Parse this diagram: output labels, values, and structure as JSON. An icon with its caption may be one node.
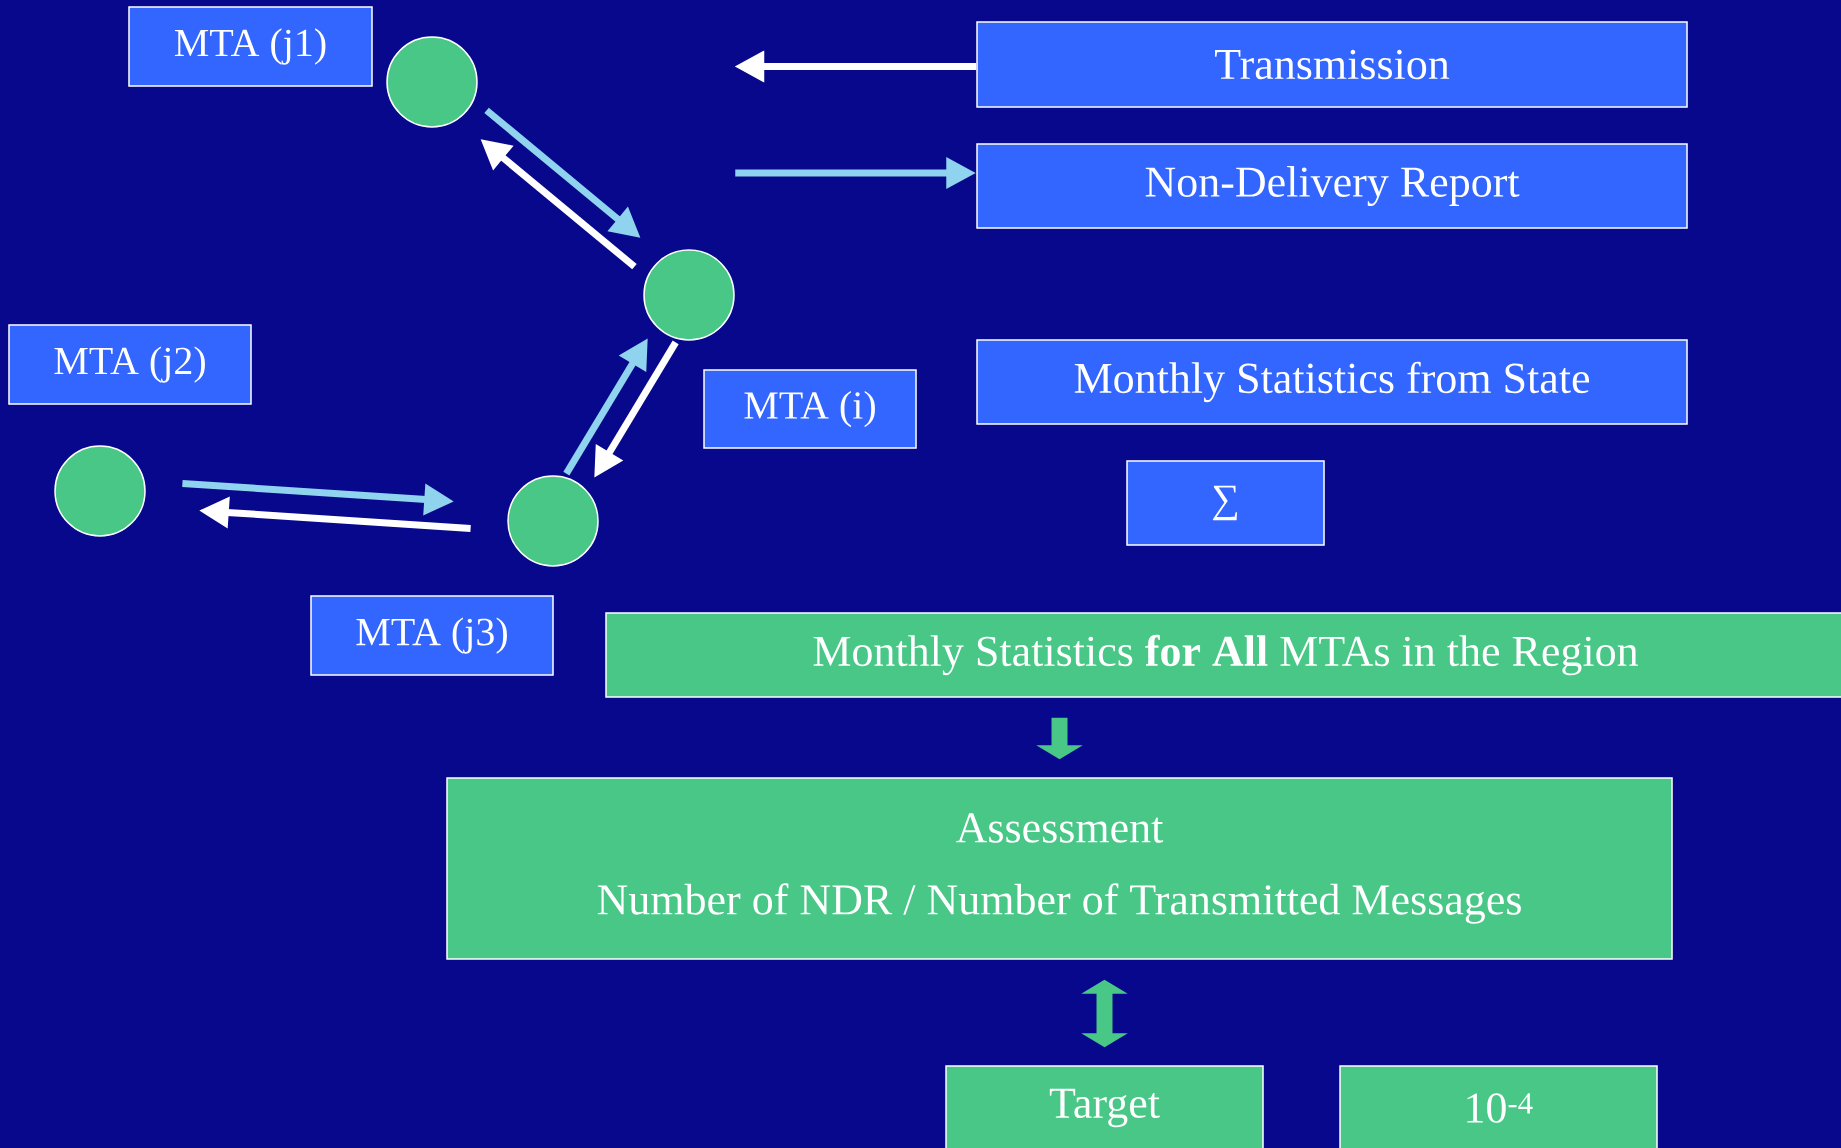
{
  "diagram": {
    "nodes": [
      {
        "text": [
          "MTA (j1)"
        ]
      },
      {
        "text": [],
        "shape": "circle"
      },
      {
        "text": [],
        "shape": "circle"
      },
      {
        "text": [
          "MTA (i)"
        ]
      },
      {
        "text": [
          "MTA (j2)"
        ]
      },
      {
        "text": [],
        "shape": "circle"
      },
      {
        "text": [],
        "shape": "circle"
      },
      {
        "text": [
          "MTA (j3)"
        ]
      },
      {
        "text": [
          "Transmission"
        ]
      },
      {
        "text": [
          "Non-Delivery Report"
        ]
      },
      {
        "text": [
          "Monthly Statistics from State"
        ]
      },
      {
        "text": [
          "∑"
        ]
      },
      {
        "text": [
          "Monthly Statistics **for All** MTAs in the Region"
        ]
      },
      {
        "text": [
          "Assessment",
          "Number of NDR / Number of Transmitted Messages"
        ]
      },
      {
        "text": [
          "Target"
        ]
      },
      {
        "text": [
          "10$^{-4}$"
        ]
      }
    ],
    "edges": [
      {
        "from": 1,
        "to": 2,
        "arrow": "to",
        "color": "#8fd3ee"
      },
      {
        "from": 2,
        "to": 1,
        "arrow": "to",
        "color": "#ffffff"
      },
      {
        "from": 6,
        "to": 2,
        "arrow": "to",
        "color": "#8fd3ee"
      },
      {
        "from": 2,
        "to": 6,
        "arrow": "to",
        "color": "#ffffff"
      },
      {
        "from": 5,
        "to": 6,
        "arrow": "to",
        "color": "#8fd3ee"
      },
      {
        "from": 6,
        "to": 5,
        "arrow": "to",
        "color": "#ffffff"
      },
      {
        "from": 8,
        "to": null,
        "arrow": "to",
        "color": "#ffffff"
      },
      {
        "from": null,
        "to": 9,
        "arrow": "to",
        "color": "#8fd3ee"
      },
      {
        "from": 12,
        "to": 13,
        "arrow": "to",
        "style": "thick",
        "color": "#48c786"
      },
      {
        "from": 13,
        "to": 14,
        "arrow": "both",
        "style": "thick",
        "color": "#48c786"
      }
    ]
  }
}
